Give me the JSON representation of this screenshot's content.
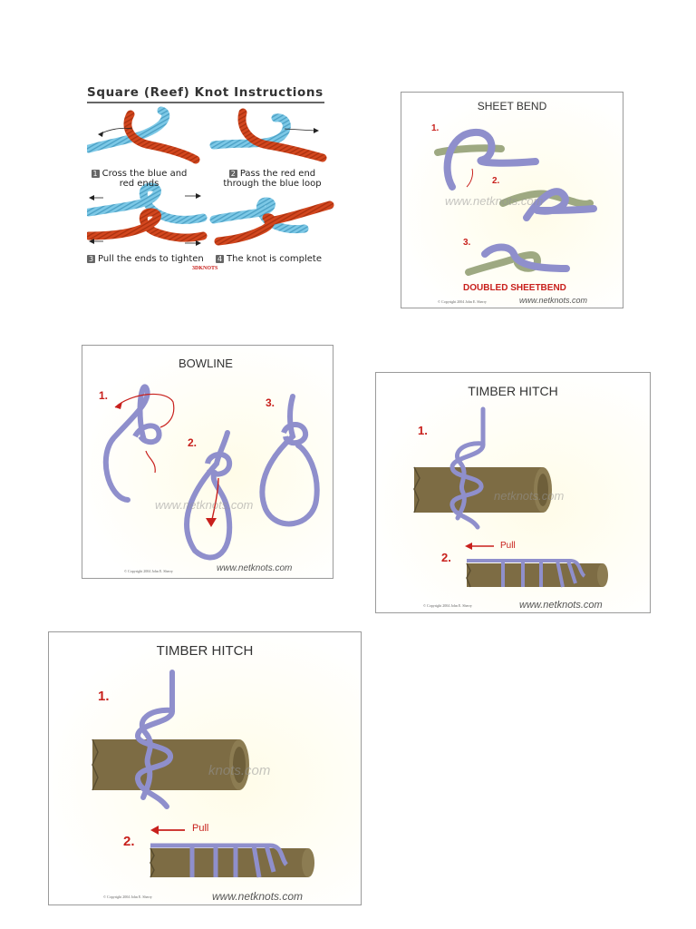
{
  "square_knot": {
    "title": "Square (Reef) Knot Instructions",
    "steps": [
      {
        "num": "1",
        "text": "Cross the blue and red ends"
      },
      {
        "num": "2",
        "text": "Pass the red end through the blue loop"
      },
      {
        "num": "3",
        "text": "Pull the ends to tighten"
      },
      {
        "num": "4",
        "text": "The knot is complete"
      }
    ],
    "brand": "3DKNOTS"
  },
  "sheet_bend": {
    "title": "SHEET BEND",
    "steps": [
      "1.",
      "2.",
      "3."
    ],
    "watermark": "www.netknots.com",
    "note": "DOUBLED SHEETBEND",
    "copyright": "© Copyright 2004  John E. Sherry",
    "site": "www.netknots.com"
  },
  "bowline": {
    "title": "BOWLINE",
    "steps": [
      "1.",
      "2.",
      "3."
    ],
    "watermark": "www.netknots.com",
    "copyright": "© Copyright 2004  John E. Sherry",
    "site": "www.netknots.com"
  },
  "timber_hitch_small": {
    "title": "TIMBER HITCH",
    "steps": [
      "1.",
      "2."
    ],
    "pull": "Pull",
    "watermark": "netknots.com",
    "copyright": "© Copyright 2004  John E. Sherry",
    "site": "www.netknots.com"
  },
  "timber_hitch_large": {
    "title": "TIMBER HITCH",
    "steps": [
      "1.",
      "2."
    ],
    "pull": "Pull",
    "watermark": "knots.com",
    "copyright": "© Copyright 2004  John E. Sherry",
    "site": "www.netknots.com"
  },
  "colors": {
    "rope_blue": "#8f8fcc",
    "rope_green": "#9ea982",
    "rope_red": "#d2461e",
    "rope_lightblue": "#7cc8e6",
    "log": "#7d6c44",
    "accent_red": "#c8201c"
  }
}
